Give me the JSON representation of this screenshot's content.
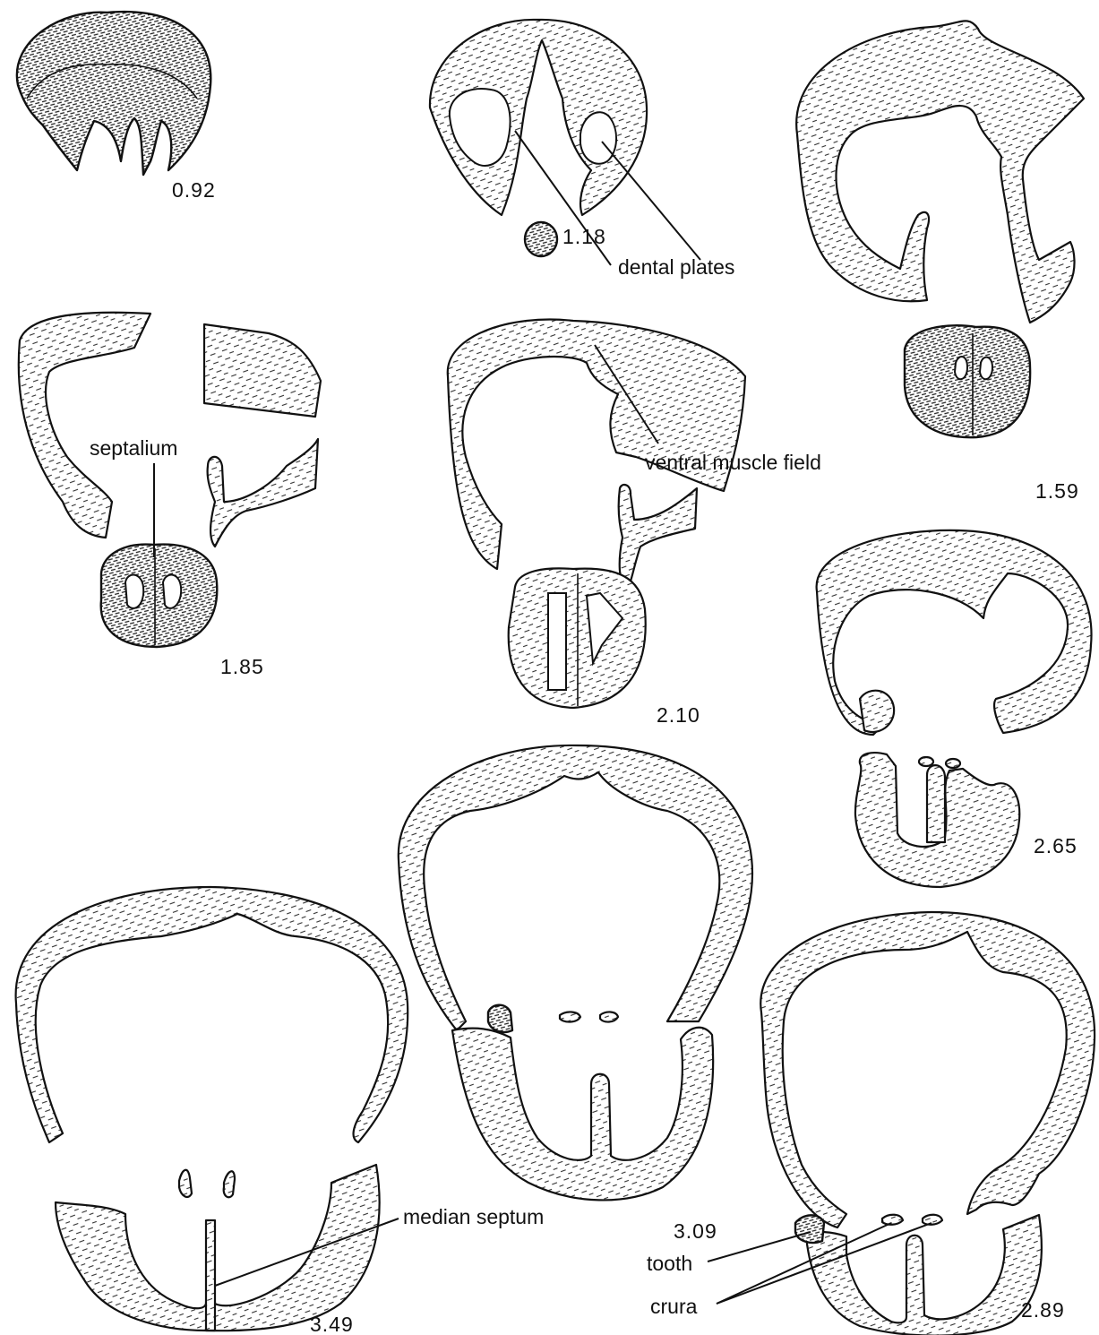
{
  "sections": {
    "s092": "0.92",
    "s118": "1.18",
    "s159": "1.59",
    "s185": "1.85",
    "s210": "2.10",
    "s265": "2.65",
    "s309": "3.09",
    "s289": "2.89",
    "s349": "3.49"
  },
  "labels": {
    "dental_plates": "dental plates",
    "septalium": "septalium",
    "ventral_muscle_field": "ventral muscle field",
    "median_septum": "median septum",
    "tooth": "tooth",
    "crura": "crura"
  }
}
